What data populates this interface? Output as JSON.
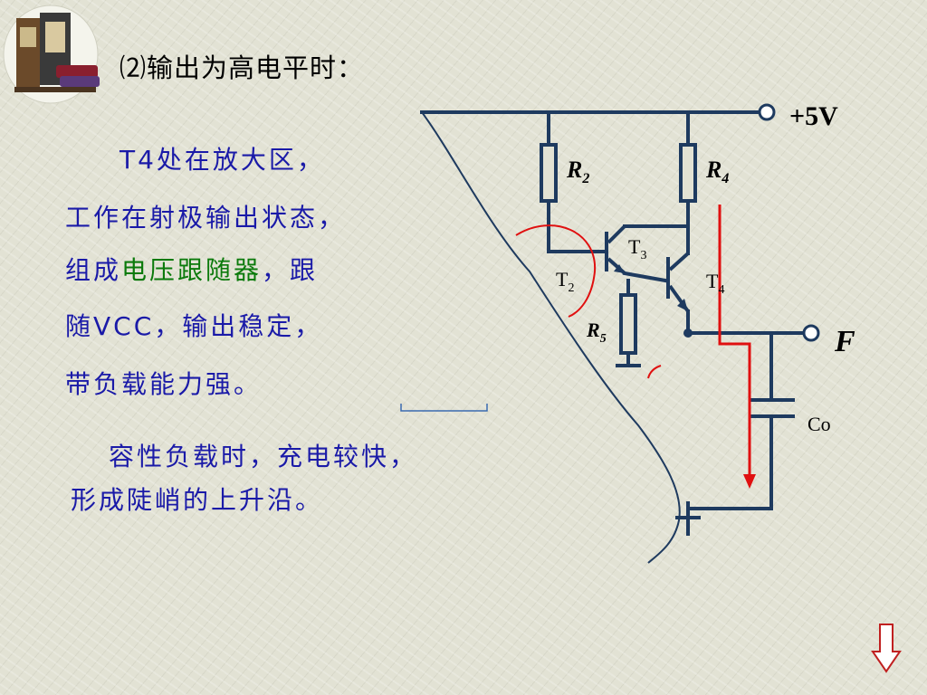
{
  "heading": "⑵输出为高电平时：",
  "text_block": {
    "line1": "T4处在放大区，",
    "line2": "工作在射极输出状态，",
    "line3_pre": "组成",
    "line3_green": "电压跟随器",
    "line3_post": "，跟",
    "line4": "随VCC，输出稳定，",
    "line5": "带负载能力强。"
  },
  "text_block2": {
    "line1": "容性负载时，充电较快，",
    "line2": "形成陡峭的上升沿。"
  },
  "circuit": {
    "supply": "+5V",
    "output": "F",
    "R2": {
      "letter": "R",
      "sub": "2"
    },
    "R4": {
      "letter": "R",
      "sub": "4"
    },
    "R5": {
      "letter": "R",
      "sub": "5"
    },
    "T2": {
      "letter": "T",
      "sub": "2"
    },
    "T3": {
      "letter": "T",
      "sub": "3"
    },
    "T4": {
      "letter": "T",
      "sub": "4"
    },
    "capacitor": "Co"
  },
  "colors": {
    "wire": "#1e3a5f",
    "current_arrow": "#e01010",
    "highlight_arc": "#e01010",
    "text_blue": "#1a1aa8",
    "text_green": "#0b7a0b"
  },
  "icons": [
    "book-stack-logo",
    "down-arrow-nav-icon"
  ]
}
